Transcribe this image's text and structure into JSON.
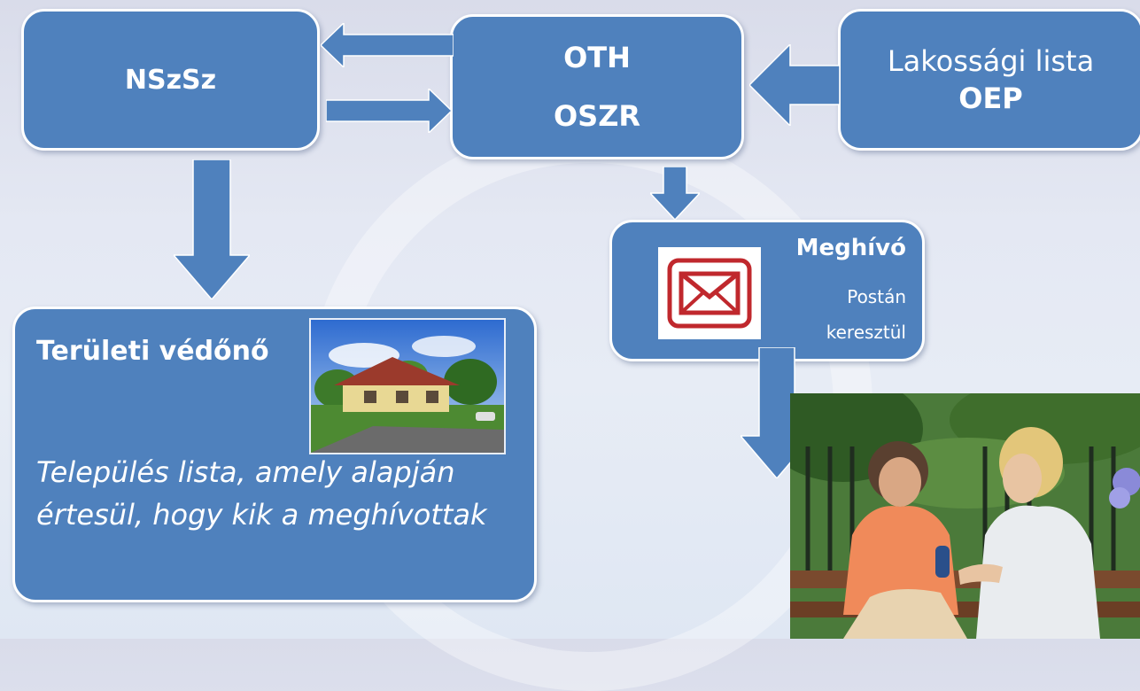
{
  "nodes": {
    "nszsz": "NSzSz",
    "oth": {
      "line1": "OTH",
      "line2": "OSZR"
    },
    "lakossagi": {
      "line1": "Lakossági lista",
      "line2": "OEP"
    },
    "meghivo": {
      "title": "Meghívó",
      "sub1": "Postán",
      "sub2": "keresztül"
    },
    "teruleti": {
      "title": "Területi védőnő",
      "description": "Település lista, amely alapján értesül, hogy kik a meghívottak"
    }
  },
  "edges": [
    {
      "from": "oth",
      "to": "nszsz"
    },
    {
      "from": "nszsz",
      "to": "oth"
    },
    {
      "from": "lakossagi",
      "to": "oth"
    },
    {
      "from": "oth",
      "to": "meghivo"
    },
    {
      "from": "nszsz",
      "to": "teruleti"
    },
    {
      "from": "meghivo",
      "to": "people-photo"
    }
  ],
  "colors": {
    "box_fill": "#4f81bd",
    "box_border": "#ffffff",
    "arrow_fill": "#4f81bd",
    "envelope_red": "#c0282d"
  },
  "icons": {
    "envelope": "envelope-icon",
    "house_photo": "house-photo",
    "people_photo": "people-photo"
  }
}
